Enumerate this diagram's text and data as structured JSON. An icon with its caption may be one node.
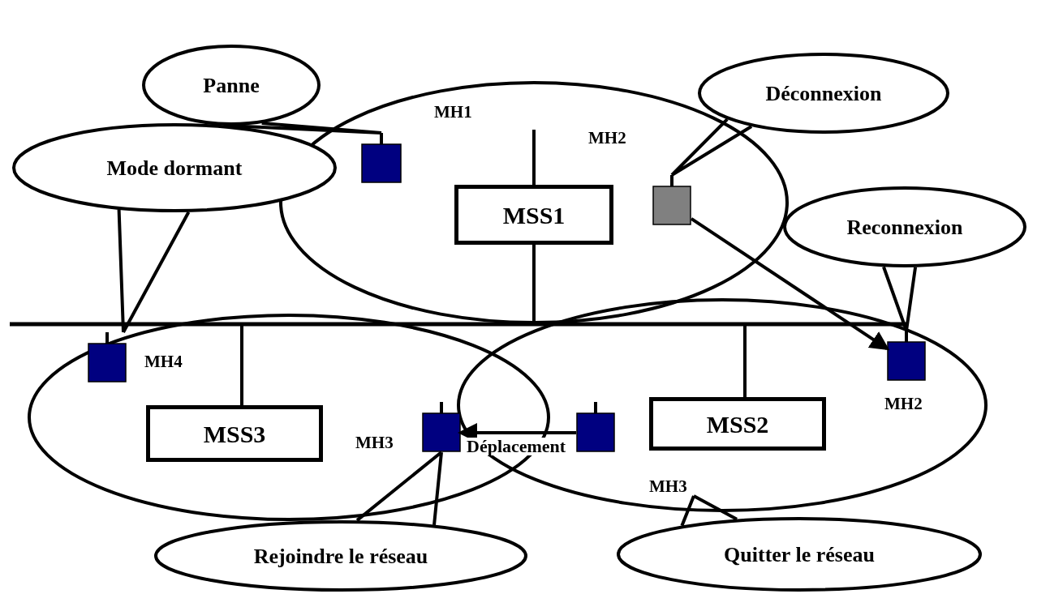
{
  "diagram": {
    "nodes": [
      {
        "text": [
          "Panne"
        ]
      },
      {
        "text": [
          "Déconnexion"
        ]
      },
      {
        "text": [
          "Mode dormant"
        ]
      },
      {
        "text": [
          "Reconnexion"
        ]
      },
      {
        "text": [
          "Rejoindre le réseau"
        ]
      },
      {
        "text": [
          "Quitter le réseau"
        ]
      },
      {
        "text": [
          "MSS1"
        ]
      },
      {
        "text": [
          "MSS3"
        ]
      },
      {
        "text": [
          "MSS2"
        ]
      },
      {
        "text": [],
        "shape": "box"
      },
      {
        "text": [],
        "shape": "box"
      },
      {
        "text": [],
        "shape": "box"
      },
      {
        "text": [],
        "shape": "box"
      },
      {
        "text": [],
        "shape": "box"
      },
      {
        "text": [],
        "shape": "box"
      }
    ],
    "edges": [
      {
        "from": 0,
        "to": 9,
        "arrow": "none"
      },
      {
        "from": 1,
        "to": 10,
        "arrow": "none"
      },
      {
        "from": 2,
        "to": 11,
        "arrow": "none"
      },
      {
        "from": 3,
        "to": 12,
        "arrow": "none"
      },
      {
        "from": 4,
        "to": 13,
        "arrow": "none"
      },
      {
        "from": 5,
        "to": null,
        "arrow": "none"
      },
      {
        "from": 10,
        "to": 12,
        "arrow": "to"
      },
      {
        "from": 14,
        "to": 13,
        "arrow": "to",
        "label": "Déplacement"
      }
    ],
    "labels": [
      "MH1",
      "MH2",
      "MH4",
      "MH2",
      "MH3",
      "MH3"
    ]
  }
}
